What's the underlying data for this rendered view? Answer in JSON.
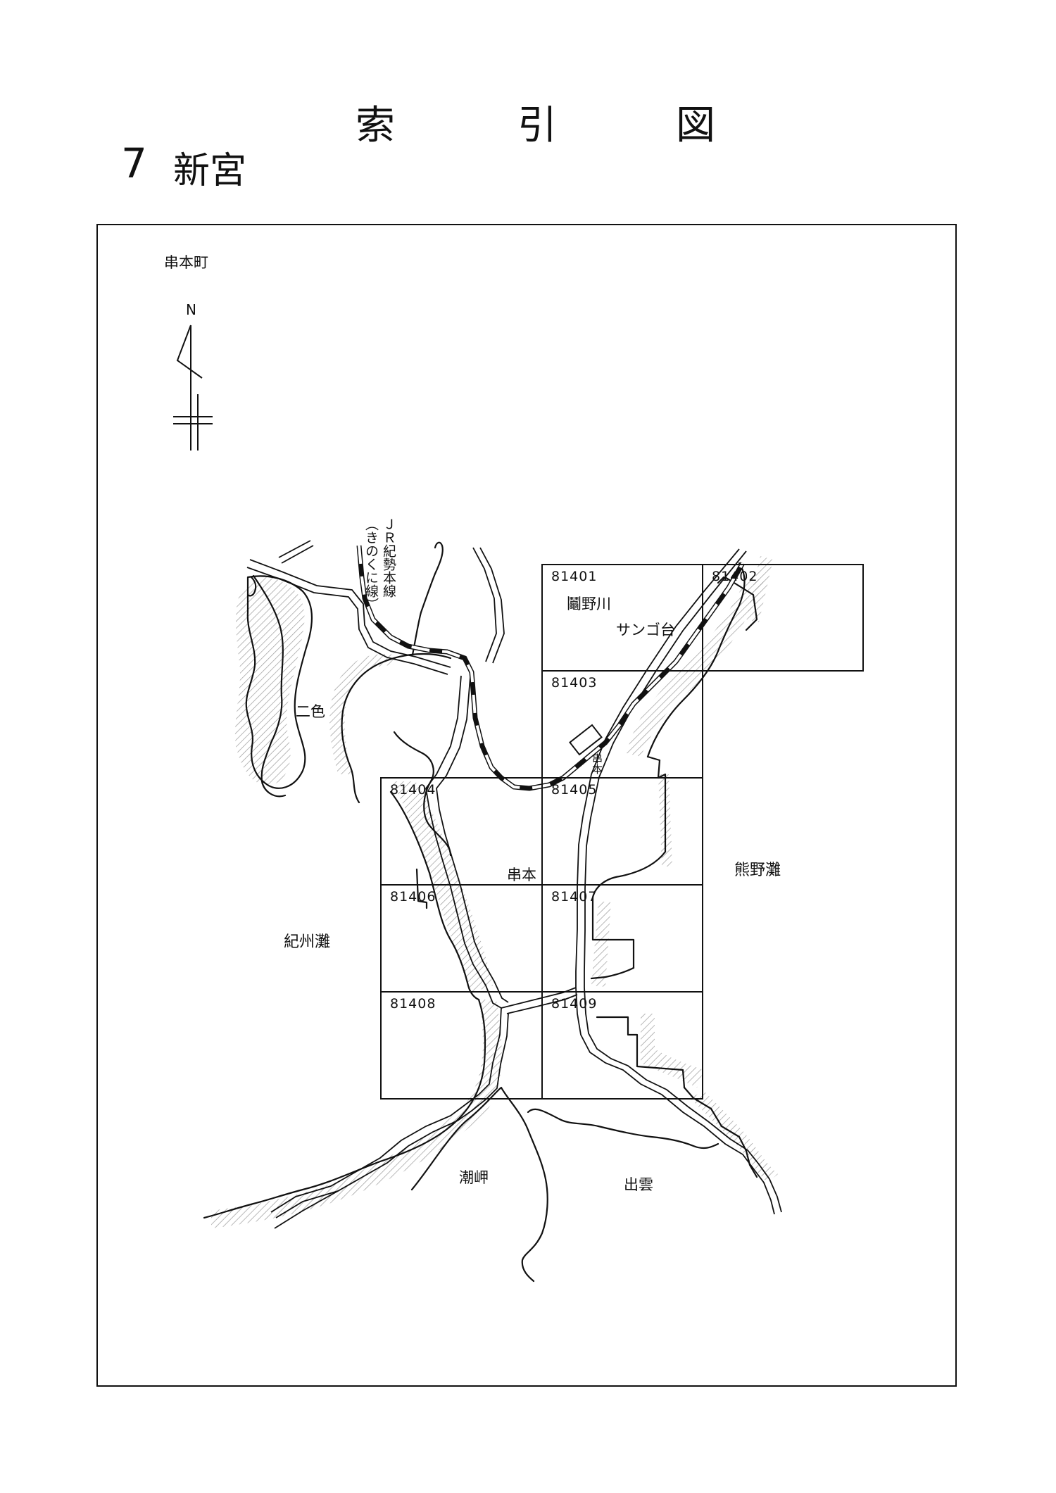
{
  "header": {
    "title_chars": [
      "索",
      "引",
      "図"
    ],
    "chapter_number": "7",
    "chapter_name": "新宮"
  },
  "map": {
    "municipality": "串本町",
    "north_label": "N",
    "railway_label_line1": "ＪＲ紀勢本線",
    "railway_label_line2": "（きのくに線）",
    "sheets": [
      {
        "id": "81401"
      },
      {
        "id": "81402"
      },
      {
        "id": "81403"
      },
      {
        "id": "81404"
      },
      {
        "id": "81405"
      },
      {
        "id": "81406"
      },
      {
        "id": "81407"
      },
      {
        "id": "81408"
      },
      {
        "id": "81409"
      }
    ],
    "places": {
      "nishiki": "二色",
      "kushimoto": "串本",
      "kushimoto_station": "串本",
      "kii_sea": "紀州灘",
      "kumano_sea": "熊野灘",
      "shiono_misaki": "潮岬",
      "izumo": "出雲",
      "sangodai": "サンゴ台",
      "kushinogawa": "鬮野川"
    }
  }
}
